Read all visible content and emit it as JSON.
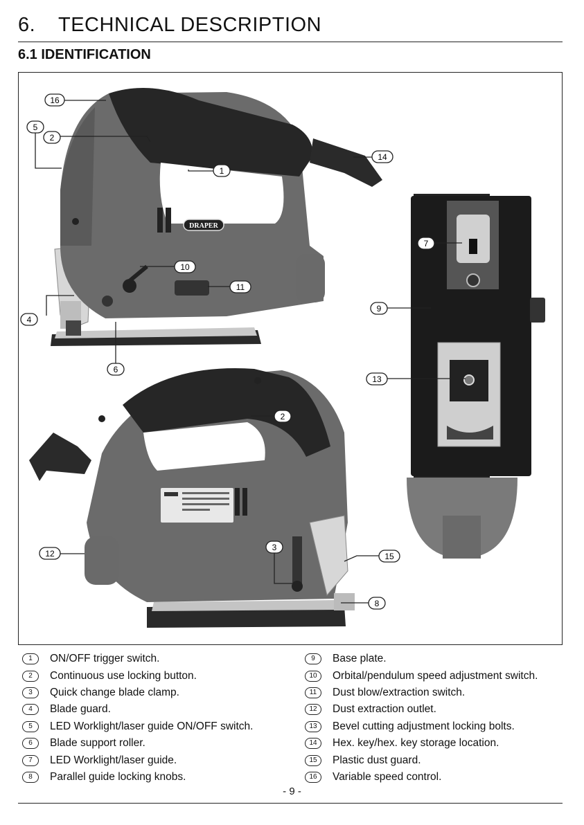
{
  "header": {
    "section_number": "6.",
    "section_title": "TECHNICAL DESCRIPTION",
    "subsection_title": "6.1 IDENTIFICATION"
  },
  "figure": {
    "brand_label": "DRAPER",
    "callouts": [
      "1",
      "2",
      "3",
      "4",
      "5",
      "6",
      "7",
      "8",
      "9",
      "10",
      "11",
      "12",
      "13",
      "14",
      "15",
      "16"
    ]
  },
  "legend_left": [
    {
      "num": "1",
      "label": "ON/OFF trigger switch."
    },
    {
      "num": "2",
      "label": "Continuous use locking button."
    },
    {
      "num": "3",
      "label": "Quick change blade clamp."
    },
    {
      "num": "4",
      "label": "Blade guard."
    },
    {
      "num": "5",
      "label": "LED Worklight/laser guide ON/OFF switch."
    },
    {
      "num": "6",
      "label": "Blade support roller."
    },
    {
      "num": "7",
      "label": "LED Worklight/laser guide."
    },
    {
      "num": "8",
      "label": "Parallel guide locking knobs."
    }
  ],
  "legend_right": [
    {
      "num": "9",
      "label": "Base plate."
    },
    {
      "num": "10",
      "label": "Orbital/pendulum speed adjustment switch."
    },
    {
      "num": "11",
      "label": "Dust blow/extraction switch."
    },
    {
      "num": "12",
      "label": "Dust extraction outlet."
    },
    {
      "num": "13",
      "label": "Bevel cutting adjustment locking bolts."
    },
    {
      "num": "14",
      "label": "Hex. key/hex. key storage location."
    },
    {
      "num": "15",
      "label": "Plastic dust guard."
    },
    {
      "num": "16",
      "label": "Variable speed control."
    }
  ],
  "footer": {
    "page": "- 9 -"
  }
}
